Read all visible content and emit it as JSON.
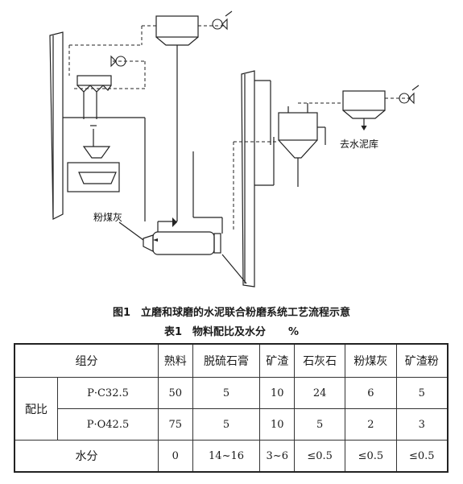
{
  "diagram": {
    "label_flyash": "粉煤灰",
    "label_to_cement_silo": "去水泥库"
  },
  "figure_caption": "图1　立磨和球磨的水泥联合粉磨系统工艺流程示意",
  "table_caption": "表1　物料配比及水分",
  "table_unit": "%",
  "table": {
    "group_header": "组分",
    "columns": [
      "熟料",
      "脱硫石膏",
      "矿渣",
      "石灰石",
      "粉煤灰",
      "矿渣粉"
    ],
    "ratio_label": "配比",
    "rows": [
      {
        "grade": "P·C32.5",
        "values": [
          "50",
          "5",
          "10",
          "24",
          "6",
          "5"
        ]
      },
      {
        "grade": "P·O42.5",
        "values": [
          "75",
          "5",
          "10",
          "5",
          "2",
          "3"
        ]
      }
    ],
    "moisture_label": "水分",
    "moisture": [
      "0",
      "14~16",
      "3~6",
      "≤0.5",
      "≤0.5",
      "≤0.5"
    ]
  }
}
